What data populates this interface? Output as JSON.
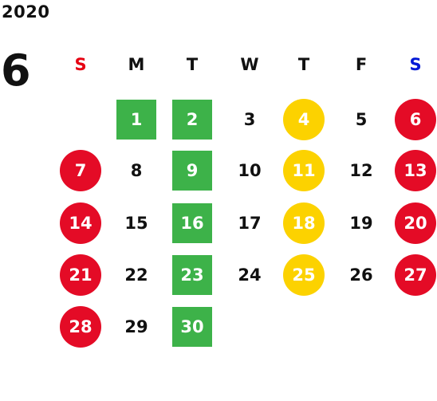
{
  "calendar": {
    "year": "2020",
    "month": "6",
    "weekdays": [
      "S",
      "M",
      "T",
      "W",
      "T",
      "F",
      "S"
    ],
    "colors": {
      "sunday_header": "#e60012",
      "saturday_header": "#0018d6",
      "green_marker": "#3db249",
      "red_marker": "#e40b26",
      "yellow_marker": "#fcd200"
    },
    "days": [
      {
        "day": "1",
        "weekday": 1,
        "week": 0,
        "marker": "green"
      },
      {
        "day": "2",
        "weekday": 2,
        "week": 0,
        "marker": "green"
      },
      {
        "day": "3",
        "weekday": 3,
        "week": 0,
        "marker": "none"
      },
      {
        "day": "4",
        "weekday": 4,
        "week": 0,
        "marker": "yellow"
      },
      {
        "day": "5",
        "weekday": 5,
        "week": 0,
        "marker": "none"
      },
      {
        "day": "6",
        "weekday": 6,
        "week": 0,
        "marker": "red"
      },
      {
        "day": "7",
        "weekday": 0,
        "week": 1,
        "marker": "red"
      },
      {
        "day": "8",
        "weekday": 1,
        "week": 1,
        "marker": "none"
      },
      {
        "day": "9",
        "weekday": 2,
        "week": 1,
        "marker": "green"
      },
      {
        "day": "10",
        "weekday": 3,
        "week": 1,
        "marker": "none"
      },
      {
        "day": "11",
        "weekday": 4,
        "week": 1,
        "marker": "yellow"
      },
      {
        "day": "12",
        "weekday": 5,
        "week": 1,
        "marker": "none"
      },
      {
        "day": "13",
        "weekday": 6,
        "week": 1,
        "marker": "red"
      },
      {
        "day": "14",
        "weekday": 0,
        "week": 2,
        "marker": "red"
      },
      {
        "day": "15",
        "weekday": 1,
        "week": 2,
        "marker": "none"
      },
      {
        "day": "16",
        "weekday": 2,
        "week": 2,
        "marker": "green"
      },
      {
        "day": "17",
        "weekday": 3,
        "week": 2,
        "marker": "none"
      },
      {
        "day": "18",
        "weekday": 4,
        "week": 2,
        "marker": "yellow"
      },
      {
        "day": "19",
        "weekday": 5,
        "week": 2,
        "marker": "none"
      },
      {
        "day": "20",
        "weekday": 6,
        "week": 2,
        "marker": "red"
      },
      {
        "day": "21",
        "weekday": 0,
        "week": 3,
        "marker": "red"
      },
      {
        "day": "22",
        "weekday": 1,
        "week": 3,
        "marker": "none"
      },
      {
        "day": "23",
        "weekday": 2,
        "week": 3,
        "marker": "green"
      },
      {
        "day": "24",
        "weekday": 3,
        "week": 3,
        "marker": "none"
      },
      {
        "day": "25",
        "weekday": 4,
        "week": 3,
        "marker": "yellow"
      },
      {
        "day": "26",
        "weekday": 5,
        "week": 3,
        "marker": "none"
      },
      {
        "day": "27",
        "weekday": 6,
        "week": 3,
        "marker": "red"
      },
      {
        "day": "28",
        "weekday": 0,
        "week": 4,
        "marker": "red"
      },
      {
        "day": "29",
        "weekday": 1,
        "week": 4,
        "marker": "none"
      },
      {
        "day": "30",
        "weekday": 2,
        "week": 4,
        "marker": "green"
      }
    ]
  }
}
